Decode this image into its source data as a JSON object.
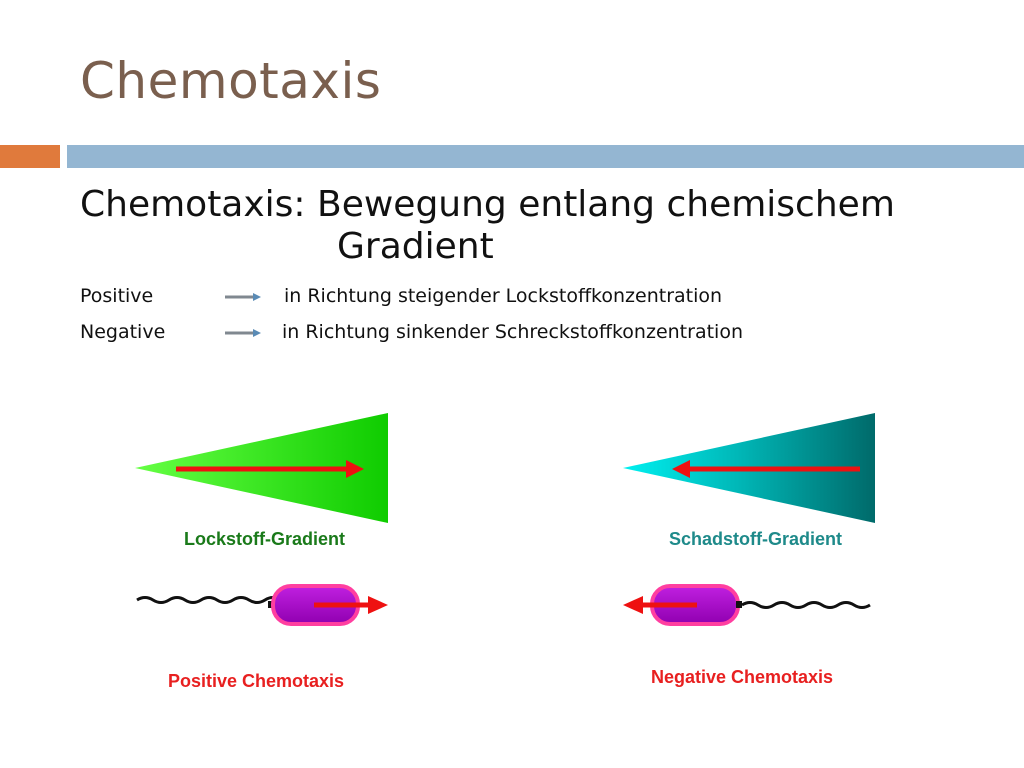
{
  "slide": {
    "title": "Chemotaxis"
  },
  "heading": {
    "line1": "Chemotaxis: Bewegung entlang chemischem",
    "line2": "Gradient"
  },
  "definitions": [
    {
      "label": "Positive",
      "description": "in Richtung steigender Lockstoffkonzentration"
    },
    {
      "label": "Negative",
      "description": "in Richtung sinkender Schreckstoffkonzentration"
    }
  ],
  "figures": {
    "lockstoff_caption": "Lockstoff-Gradient",
    "schadstoff_caption": "Schadstoff-Gradient",
    "positive_caption": "Positive Chemotaxis",
    "negative_caption": "Negative Chemotaxis"
  },
  "colors": {
    "title": "#7a5f4e",
    "accent_orange": "#e07a3c",
    "accent_blue": "#94b6d2",
    "lockstoff_green": "#22dd00",
    "schadstoff_teal": "#008080",
    "arrow_red": "#ee1111",
    "cell_magenta": "#aa00cc"
  }
}
